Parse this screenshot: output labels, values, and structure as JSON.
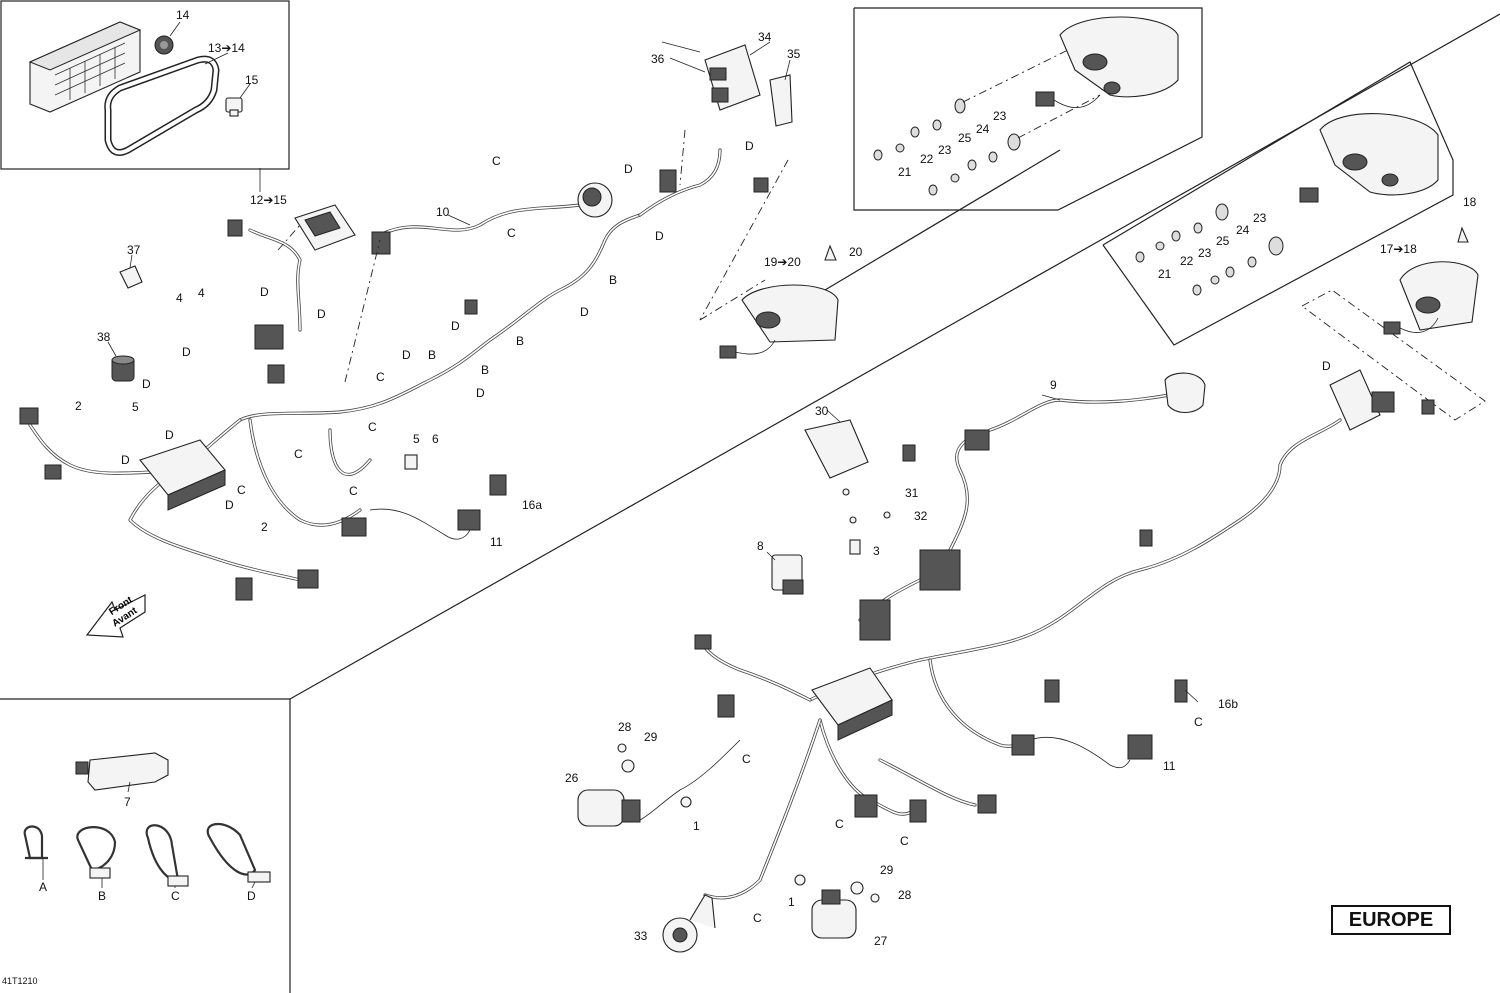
{
  "diagram": {
    "region_badge": "EUROPE",
    "document_code": "41T1210",
    "front_arrow": {
      "line1": "Front",
      "line2": "Avant"
    },
    "callouts": {
      "c14": "14",
      "c13_14": "13➔14",
      "c15": "15",
      "c12_15": "12➔15",
      "c37": "37",
      "c38": "38",
      "c4a": "4",
      "c4b": "4",
      "c5a": "5",
      "c2a": "2",
      "c2b": "2",
      "c10": "10",
      "c34": "34",
      "c35": "35",
      "c36": "36",
      "c16a": "16a",
      "c11a": "11",
      "c5b": "5",
      "c6": "6",
      "c19_20": "19➔20",
      "c20": "20",
      "c23a": "23",
      "c24a": "24",
      "c25a": "25",
      "c23b": "23",
      "c22a": "22",
      "c21a": "21",
      "c23c": "23",
      "c24b": "24",
      "c23d": "23",
      "c25b": "25",
      "c22b": "22",
      "c21b": "21",
      "c17_18": "17➔18",
      "c18": "18",
      "c9": "9",
      "c30": "30",
      "c31": "31",
      "c32": "32",
      "c3": "3",
      "c8": "8",
      "c16b": "16b",
      "c11b": "11",
      "c28a": "28",
      "c29a": "29",
      "c26": "26",
      "c1a": "1",
      "c1b": "1",
      "c29b": "29",
      "c28b": "28",
      "c27": "27",
      "c33": "33",
      "c7": "7"
    },
    "clip_letters": {
      "B": "B",
      "C": "C",
      "D": "D"
    },
    "legend": {
      "items": [
        {
          "letter": "A"
        },
        {
          "letter": "B"
        },
        {
          "letter": "C"
        },
        {
          "letter": "D"
        }
      ]
    }
  }
}
